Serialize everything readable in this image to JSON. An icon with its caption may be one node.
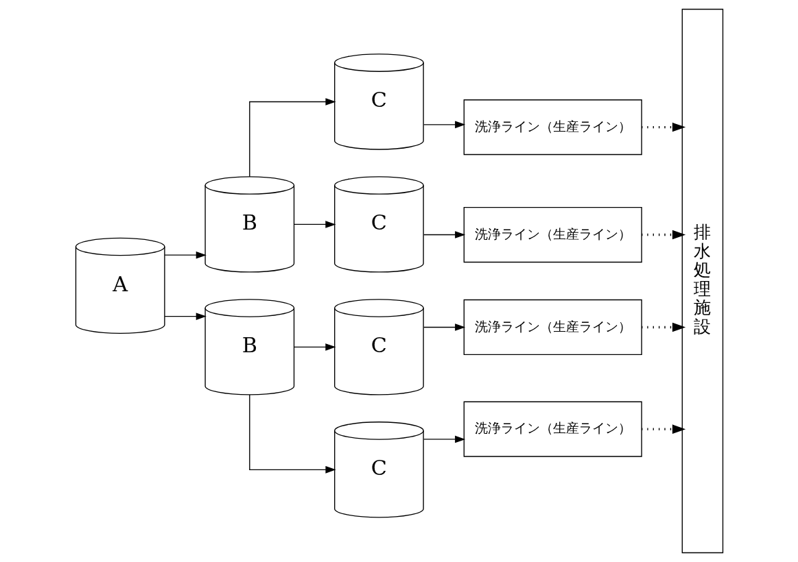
{
  "diagram": {
    "nodes": [
      {
        "text": [
          "A"
        ]
      },
      {
        "text": [
          "B"
        ]
      },
      {
        "text": [
          "B"
        ]
      },
      {
        "text": [
          "C"
        ]
      },
      {
        "text": [
          "C"
        ]
      },
      {
        "text": [
          "C"
        ]
      },
      {
        "text": [
          "C"
        ]
      },
      {
        "text": [
          "洗浄ライン（生産ライン）"
        ]
      },
      {
        "text": [
          "洗浄ライン（生産ライン）"
        ]
      },
      {
        "text": [
          "洗浄ライン（生産ライン）"
        ]
      },
      {
        "text": [
          "洗浄ライン（生産ライン）"
        ]
      },
      {
        "text": [
          "排水処理施設"
        ]
      }
    ],
    "edges": [
      {
        "from": 0,
        "to": 1,
        "arrow": "to"
      },
      {
        "from": 0,
        "to": 2,
        "arrow": "to"
      },
      {
        "from": 1,
        "to": 3,
        "arrow": "to"
      },
      {
        "from": 1,
        "to": 4,
        "arrow": "to"
      },
      {
        "from": 2,
        "to": 5,
        "arrow": "to"
      },
      {
        "from": 2,
        "to": 6,
        "arrow": "to"
      },
      {
        "from": 3,
        "to": 7,
        "arrow": "to"
      },
      {
        "from": 4,
        "to": 8,
        "arrow": "to"
      },
      {
        "from": 5,
        "to": 9,
        "arrow": "to"
      },
      {
        "from": 6,
        "to": 10,
        "arrow": "to"
      },
      {
        "from": 7,
        "to": 11,
        "arrow": "to",
        "style": "dashed"
      },
      {
        "from": 8,
        "to": 11,
        "arrow": "to",
        "style": "dashed"
      },
      {
        "from": 9,
        "to": 11,
        "arrow": "to",
        "style": "dashed"
      },
      {
        "from": 10,
        "to": 11,
        "arrow": "to",
        "style": "dashed"
      }
    ]
  }
}
